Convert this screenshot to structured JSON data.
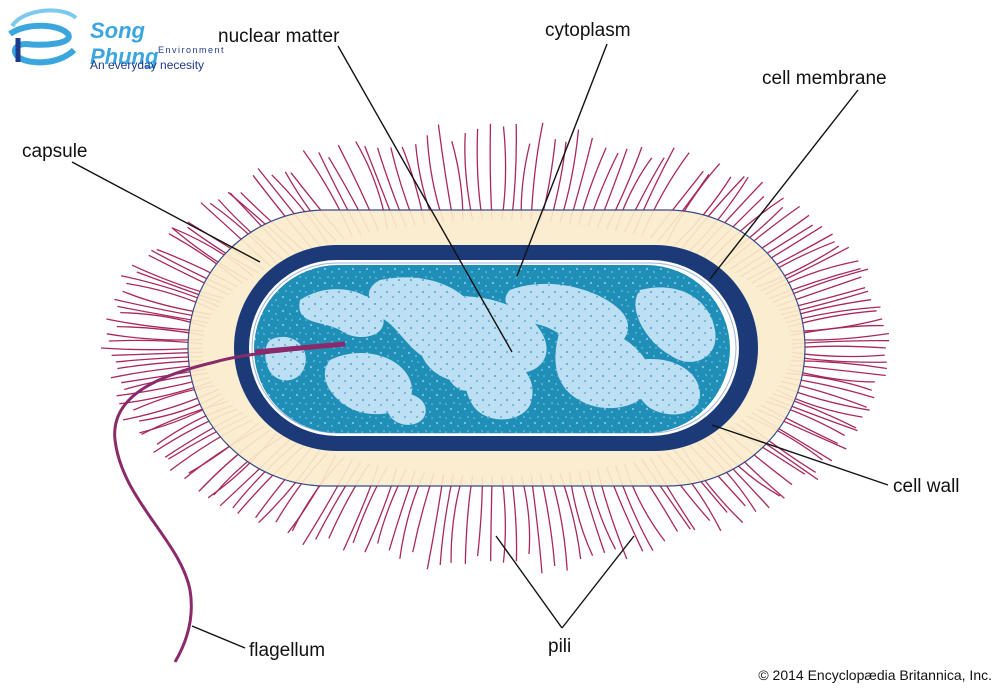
{
  "logo": {
    "title": "Song Phung",
    "subtitle": "Environment",
    "tagline": "An everyday necesity"
  },
  "labels": {
    "nuclear_matter": "nuclear matter",
    "cytoplasm": "cytoplasm",
    "cell_membrane": "cell membrane",
    "capsule": "capsule",
    "cell_wall": "cell wall",
    "flagellum": "flagellum",
    "pili": "pili"
  },
  "copyright": "© 2014 Encyclopædia Britannica, Inc.",
  "colors": {
    "pili": "#a8285e",
    "capsule_fill": "#fbeccc",
    "cell_wall": "#1c3a78",
    "cytoplasm": "#1f8fb8",
    "nuclear_matter": "#b8dcf2",
    "flagellum": "#8a2a6a",
    "logo_light": "#3ba6de",
    "logo_dark": "#1e3a8a"
  }
}
